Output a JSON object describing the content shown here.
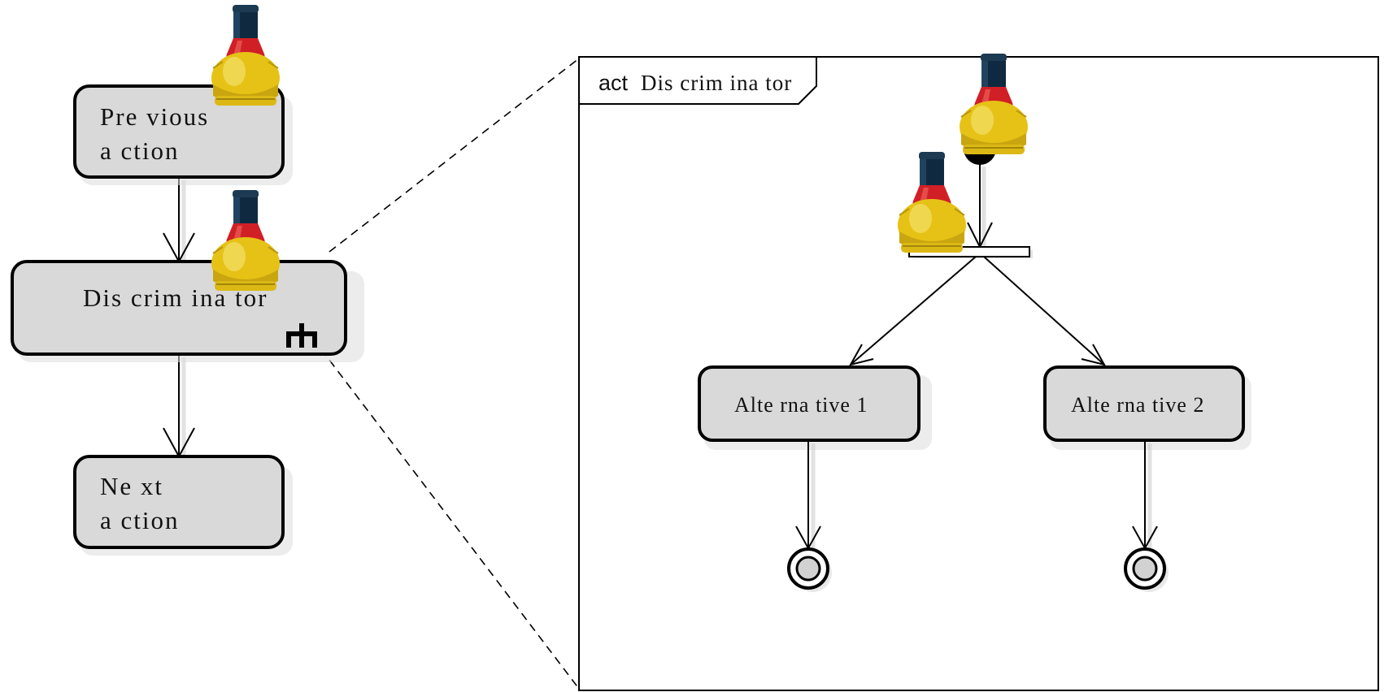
{
  "diagram": {
    "left": {
      "previous_action": {
        "line1": "Pre vious",
        "line2": "a ction"
      },
      "discriminator": {
        "label": "Dis crim ina tor",
        "icon": "call-behavior-fork-icon"
      },
      "next_action": {
        "line1": "Ne xt",
        "line2": "a ction"
      }
    },
    "frame": {
      "kind": "act",
      "name": "Dis crim ina tor",
      "alternative1": "Alte rna tive  1",
      "alternative2": "Alte rna tive  2"
    },
    "decorations": {
      "bottle_icon": "bottle-icon",
      "colors": {
        "cap": "#14324a",
        "neck": "#cc1f1f",
        "body": "#e3c21a"
      }
    }
  }
}
